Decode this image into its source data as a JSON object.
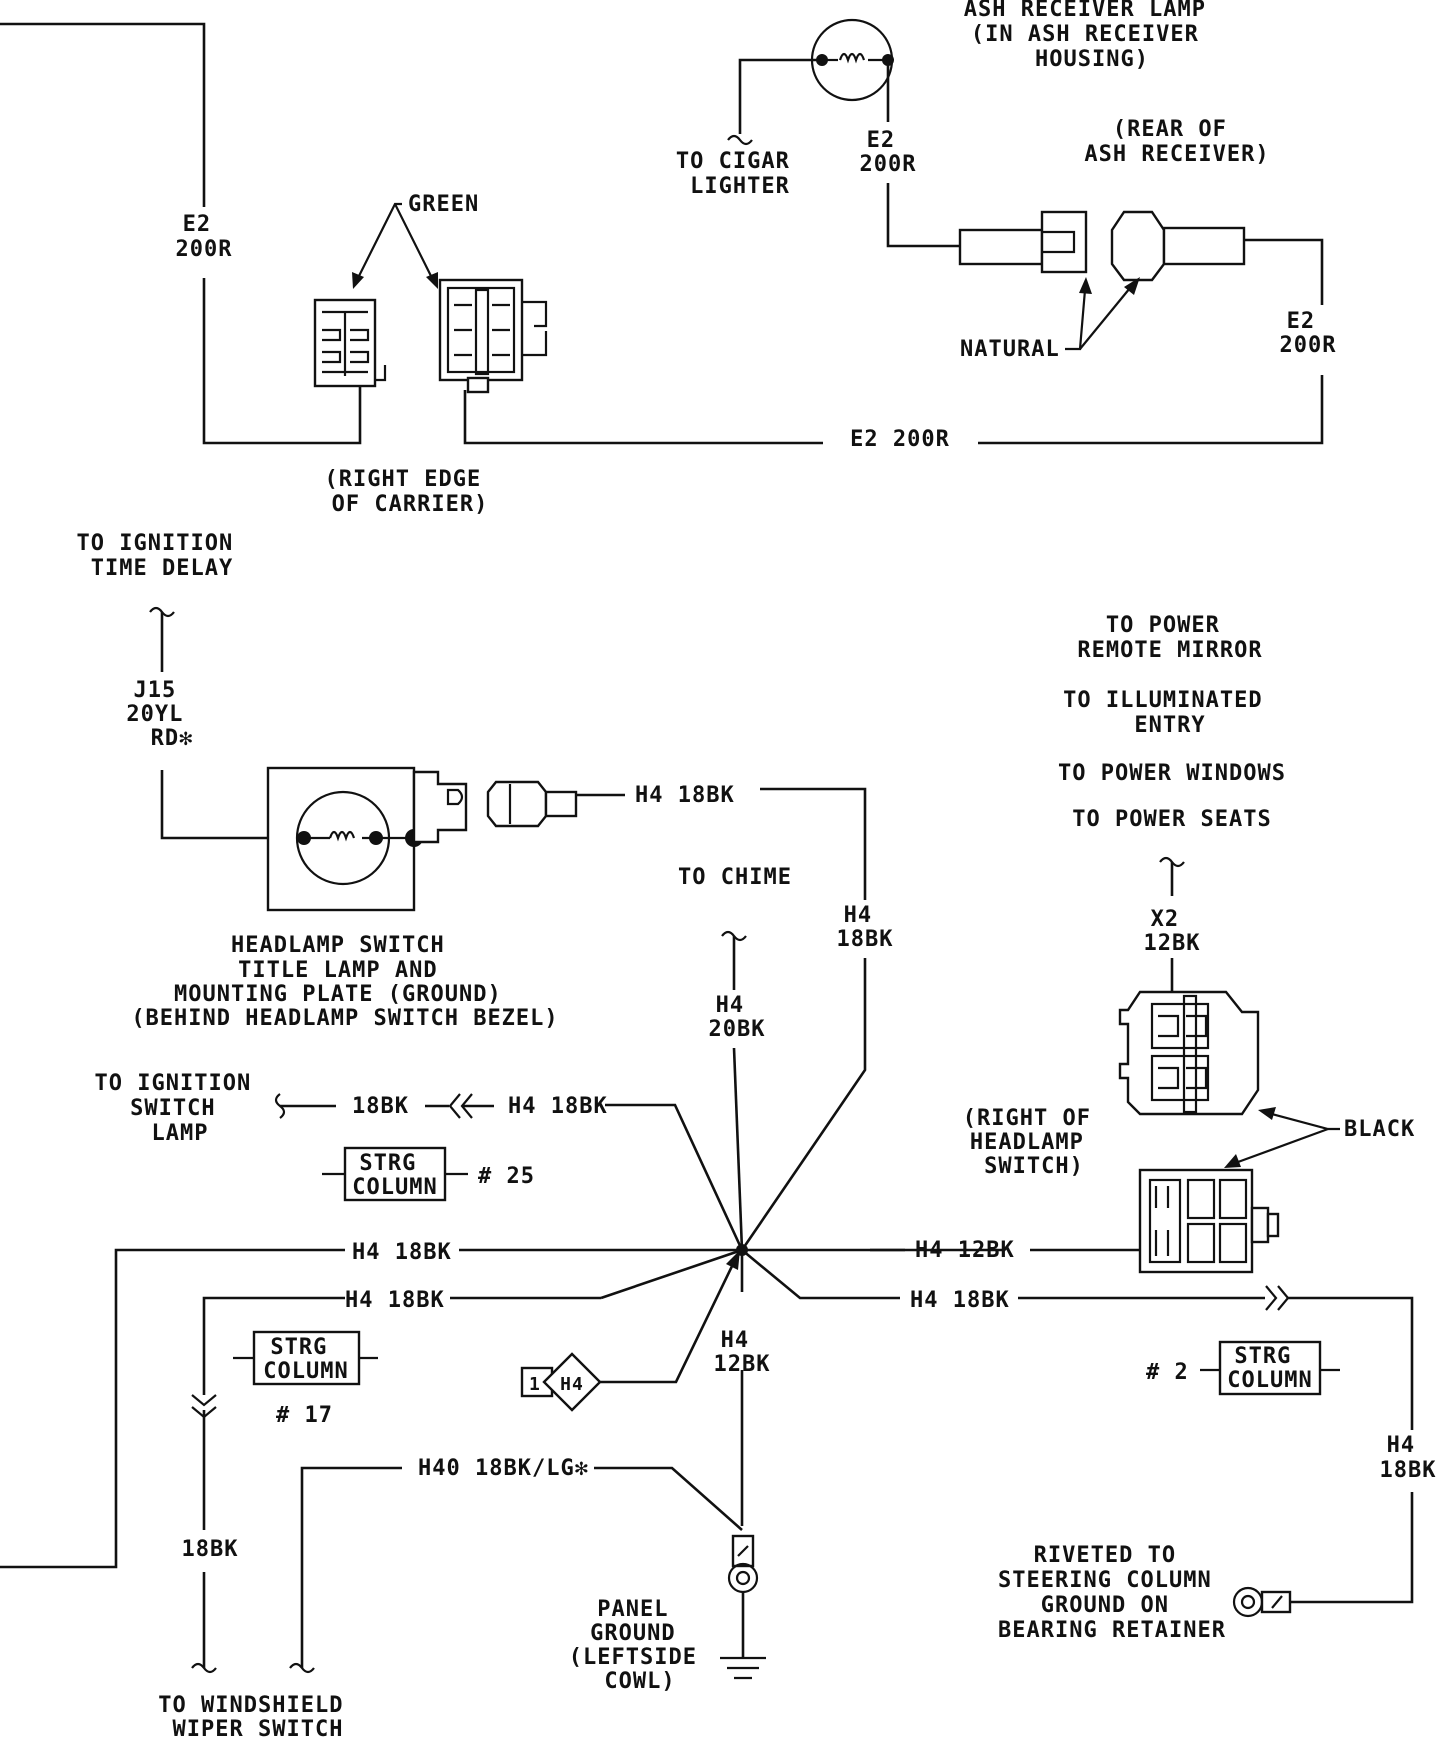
{
  "labels": {
    "ash_lamp_title": [
      "ASH RECEIVER LAMP",
      "(IN ASH RECEIVER",
      "HOUSING)"
    ],
    "to_cigar_lighter": [
      "TO CIGAR",
      "LIGHTER"
    ],
    "e2_200r_ash": [
      "E2",
      "200R"
    ],
    "rear_ash_receiver": [
      "(REAR OF",
      "ASH RECEIVER)"
    ],
    "e2_200r_left": [
      "E2",
      "200R"
    ],
    "green": "GREEN",
    "natural": "NATURAL",
    "e2_200r_right": [
      "E2",
      "200R"
    ],
    "e2_200r_bottom": "E2 200R",
    "right_edge_carrier": [
      "(RIGHT EDGE",
      "OF CARRIER)"
    ],
    "to_ignition_time_delay": [
      "TO IGNITION",
      "TIME DELAY"
    ],
    "j15_wire": [
      "J15",
      "20YL",
      "RD✻"
    ],
    "h4_18bk_top": "H4 18BK",
    "headlamp_switch_title": [
      "HEADLAMP SWITCH",
      "TITLE LAMP AND",
      "MOUNTING PLATE (GROUND)",
      "(BEHIND HEADLAMP SWITCH BEZEL)"
    ],
    "to_chime": "TO CHIME",
    "h4_18bk_vert": [
      "H4",
      "18BK"
    ],
    "h4_20bk": [
      "H4",
      "20BK"
    ],
    "to_power_remote_mirror": [
      "TO POWER",
      "REMOTE MIRROR"
    ],
    "to_illuminated_entry": [
      "TO ILLUMINATED",
      "ENTRY"
    ],
    "to_power_windows": "TO POWER WINDOWS",
    "to_power_seats": "TO POWER SEATS",
    "x2_12bk": [
      "X2",
      "12BK"
    ],
    "right_of_headlamp_switch": [
      "(RIGHT OF",
      "HEADLAMP",
      "SWITCH)"
    ],
    "black": "BLACK",
    "to_ignition_switch_lamp": [
      "TO IGNITION",
      "SWITCH",
      "LAMP"
    ],
    "bk18_short": "18BK",
    "h4_18bk_ign": "H4 18BK",
    "strg_column": [
      "STRG",
      "COLUMN"
    ],
    "num_25": "# 25",
    "num_17": "# 17",
    "num_2": "# 2",
    "h4_18bk_w1": "H4 18BK",
    "h4_18bk_w2": "H4 18BK",
    "h4_12bk_right": "H4 12BK",
    "h4_18bk_right": "H4 18BK",
    "h4_12bk_vert": [
      "H4",
      "12BK"
    ],
    "diamond_num": "1",
    "diamond_id": "H4",
    "h40_wire": "H40 18BK/LG✻",
    "bk18_vert": "18BK",
    "h4_18bk_far_right": [
      "H4",
      "18BK"
    ],
    "panel_ground": [
      "PANEL",
      "GROUND",
      "(LEFTSIDE",
      "COWL)"
    ],
    "riveted": [
      "RIVETED TO",
      "STEERING COLUMN",
      "GROUND ON",
      "BEARING RETAINER"
    ],
    "to_windshield": [
      "TO WINDSHIELD",
      "WIPER SWITCH"
    ]
  }
}
